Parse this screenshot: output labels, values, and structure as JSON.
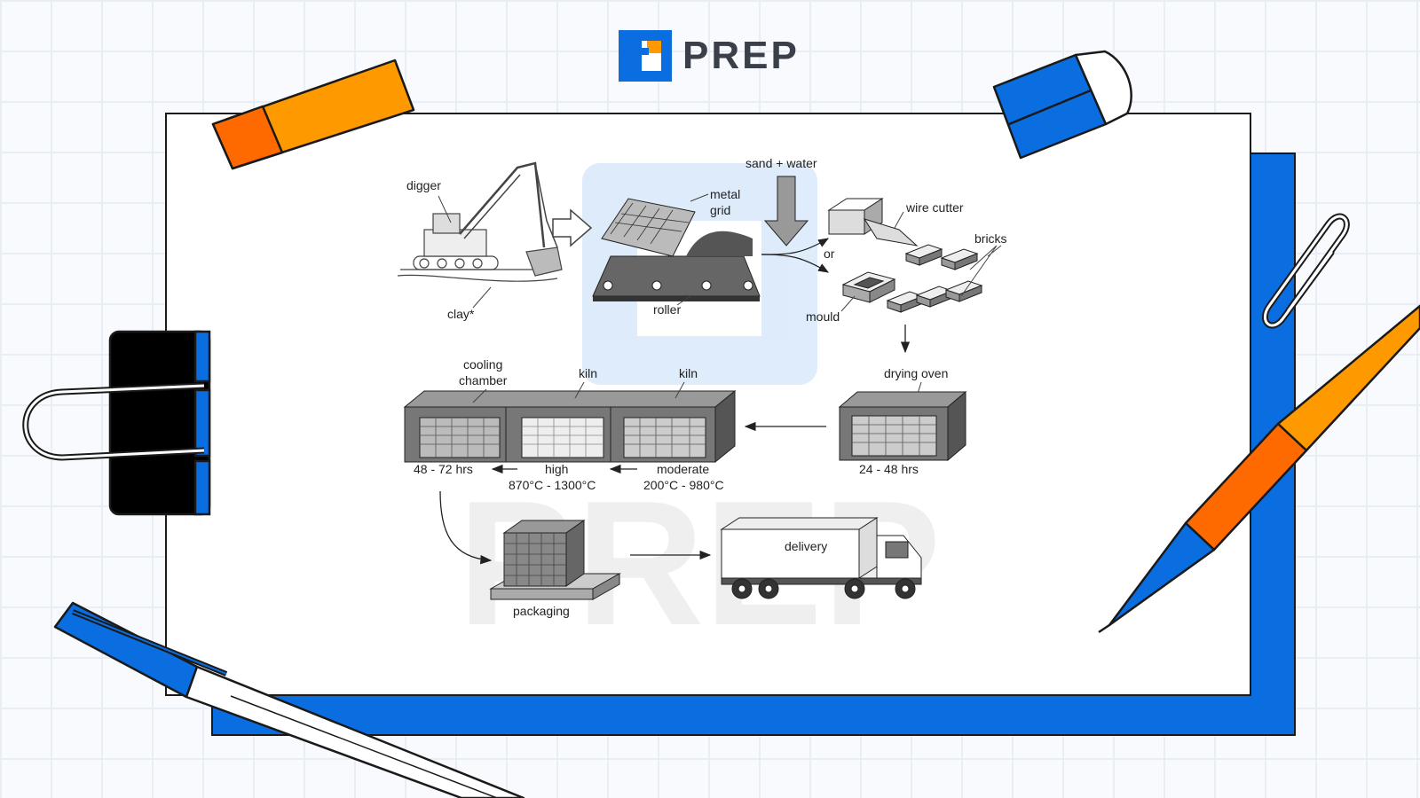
{
  "brand": {
    "name": "PREP",
    "icon": "prep-logo-icon",
    "accent": "#0a6ee0"
  },
  "watermark": "PREP",
  "diagram": {
    "labels": {
      "digger": "digger",
      "clay": "clay*",
      "metal_grid": [
        "metal",
        "grid"
      ],
      "roller": "roller",
      "sand_water": "sand + water",
      "wire_cutter": "wire cutter",
      "or": "or",
      "bricks": "bricks",
      "mould": "mould",
      "drying_oven": "drying oven",
      "drying_time": "24 - 48 hrs",
      "cooling_chamber": [
        "cooling",
        "chamber"
      ],
      "kiln_high": "kiln",
      "kiln_moderate": "kiln",
      "cooling_time": "48 - 72 hrs",
      "high": [
        "high",
        "870°C - 1300°C"
      ],
      "moderate": [
        "moderate",
        "200°C - 980°C"
      ],
      "packaging": "packaging",
      "delivery": "delivery"
    }
  },
  "colors": {
    "primary_blue": "#0a6ee0",
    "orange": "#ff9900",
    "orange_dark": "#ff6a00"
  }
}
